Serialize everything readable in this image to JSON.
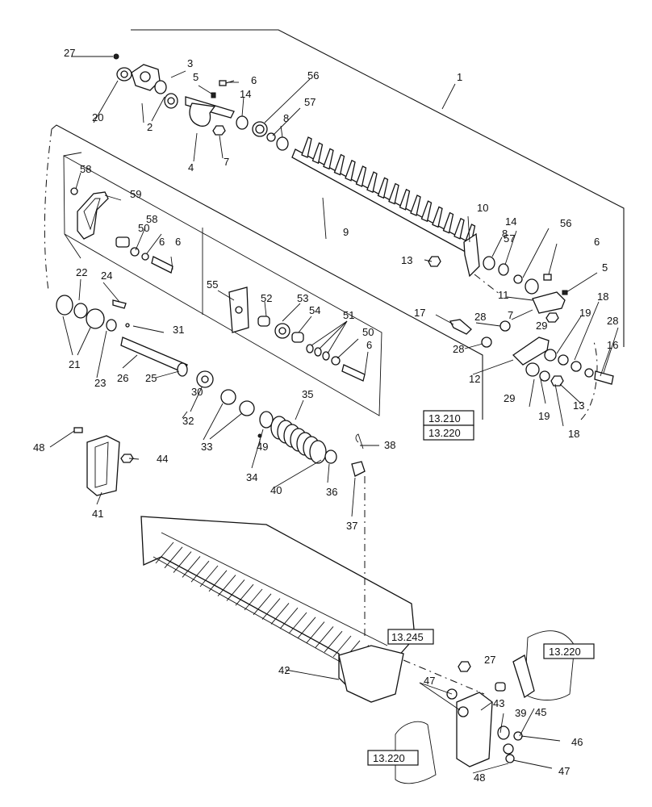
{
  "callouts": [
    {
      "n": "1"
    },
    {
      "n": "2"
    },
    {
      "n": "3"
    },
    {
      "n": "4"
    },
    {
      "n": "5"
    },
    {
      "n": "5"
    },
    {
      "n": "6"
    },
    {
      "n": "6"
    },
    {
      "n": "6"
    },
    {
      "n": "6"
    },
    {
      "n": "6"
    },
    {
      "n": "7"
    },
    {
      "n": "7"
    },
    {
      "n": "8"
    },
    {
      "n": "8"
    },
    {
      "n": "9"
    },
    {
      "n": "10"
    },
    {
      "n": "11"
    },
    {
      "n": "12"
    },
    {
      "n": "13"
    },
    {
      "n": "13"
    },
    {
      "n": "14"
    },
    {
      "n": "14"
    },
    {
      "n": "16"
    },
    {
      "n": "17"
    },
    {
      "n": "18"
    },
    {
      "n": "18"
    },
    {
      "n": "19"
    },
    {
      "n": "19"
    },
    {
      "n": "20"
    },
    {
      "n": "21"
    },
    {
      "n": "22"
    },
    {
      "n": "23"
    },
    {
      "n": "24"
    },
    {
      "n": "25"
    },
    {
      "n": "26"
    },
    {
      "n": "27"
    },
    {
      "n": "27"
    },
    {
      "n": "28"
    },
    {
      "n": "28"
    },
    {
      "n": "28"
    },
    {
      "n": "29"
    },
    {
      "n": "29"
    },
    {
      "n": "30"
    },
    {
      "n": "31"
    },
    {
      "n": "32"
    },
    {
      "n": "33"
    },
    {
      "n": "34"
    },
    {
      "n": "35"
    },
    {
      "n": "36"
    },
    {
      "n": "37"
    },
    {
      "n": "38"
    },
    {
      "n": "39"
    },
    {
      "n": "40"
    },
    {
      "n": "41"
    },
    {
      "n": "42"
    },
    {
      "n": "43"
    },
    {
      "n": "44"
    },
    {
      "n": "45"
    },
    {
      "n": "46"
    },
    {
      "n": "47"
    },
    {
      "n": "47"
    },
    {
      "n": "48"
    },
    {
      "n": "48"
    },
    {
      "n": "49"
    },
    {
      "n": "50"
    },
    {
      "n": "50"
    },
    {
      "n": "51"
    },
    {
      "n": "52"
    },
    {
      "n": "53"
    },
    {
      "n": "54"
    },
    {
      "n": "55"
    },
    {
      "n": "56"
    },
    {
      "n": "56"
    },
    {
      "n": "57"
    },
    {
      "n": "57"
    },
    {
      "n": "58"
    },
    {
      "n": "58"
    },
    {
      "n": "59"
    }
  ],
  "references": [
    {
      "text": "13.210"
    },
    {
      "text": "13.220"
    },
    {
      "text": "13.245"
    },
    {
      "text": "13.220"
    },
    {
      "text": "13.220"
    }
  ]
}
